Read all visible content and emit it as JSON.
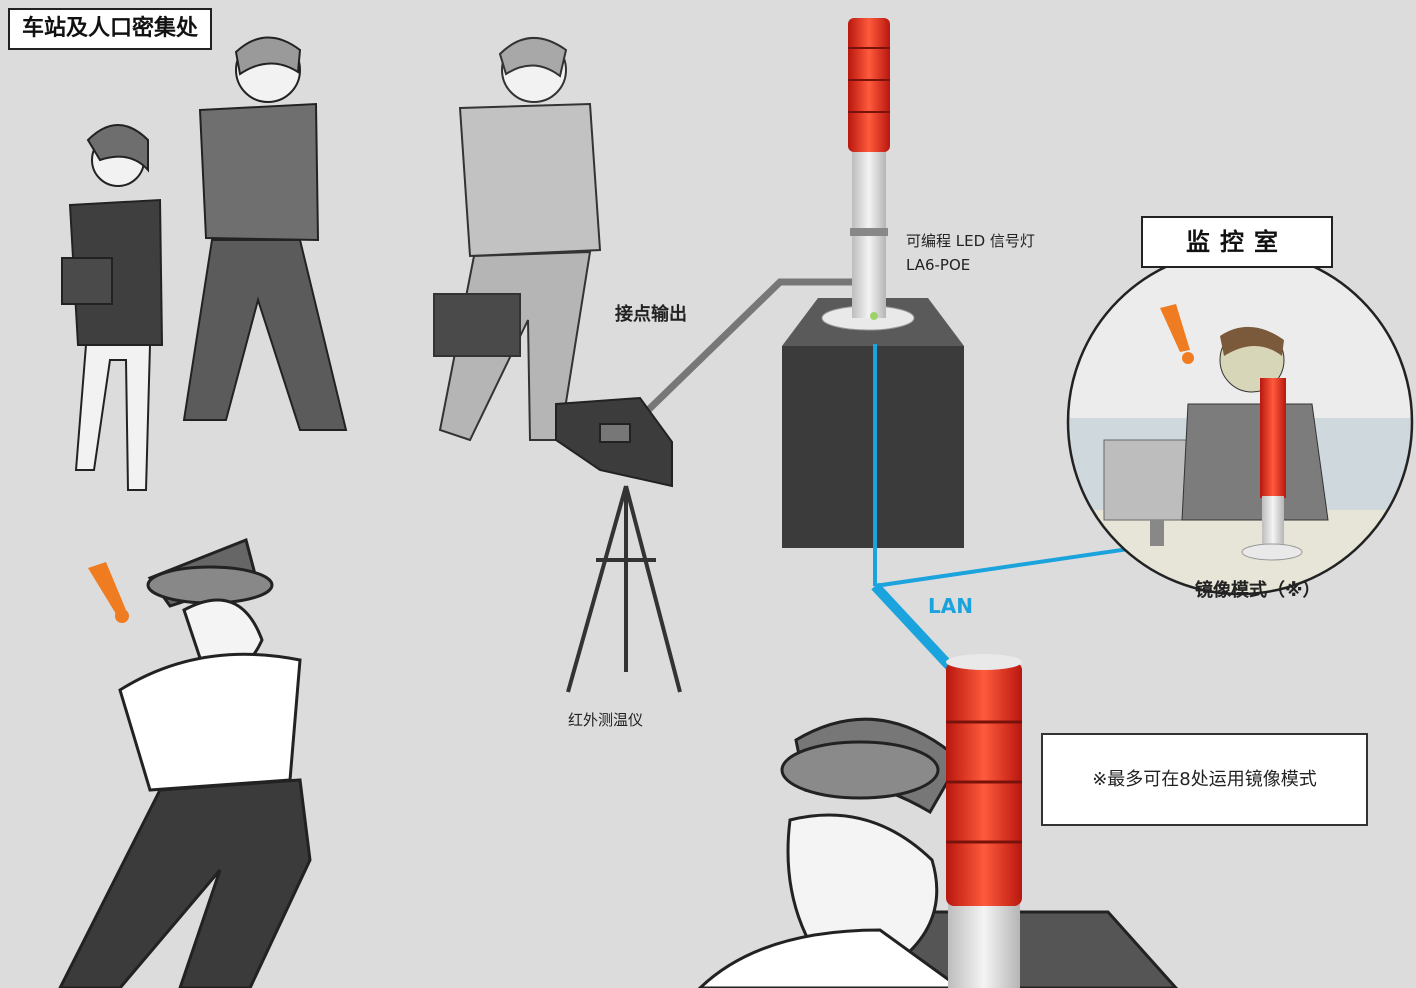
{
  "location_title": "车站及人口密集处",
  "monitor_room_title": "监控室",
  "product": {
    "label_line1": "可编程 LED 信号灯",
    "label_line2": "LA6-POE"
  },
  "contact_output_label": "接点输出",
  "lan_label": "LAN",
  "thermometer_label": "红外测温仪",
  "mirror_mode_label": "镜像模式（※）",
  "note_text": "※最多可在8处运用镜像模式",
  "colors": {
    "background": "#dcdcdc",
    "lan_line": "#1aa3dc",
    "alert": "#f07c22",
    "signal_red": "#e8392b",
    "pedestal": "#3b3b3b"
  },
  "icons": [
    "alert-exclamation-icon",
    "arrow-icon"
  ]
}
